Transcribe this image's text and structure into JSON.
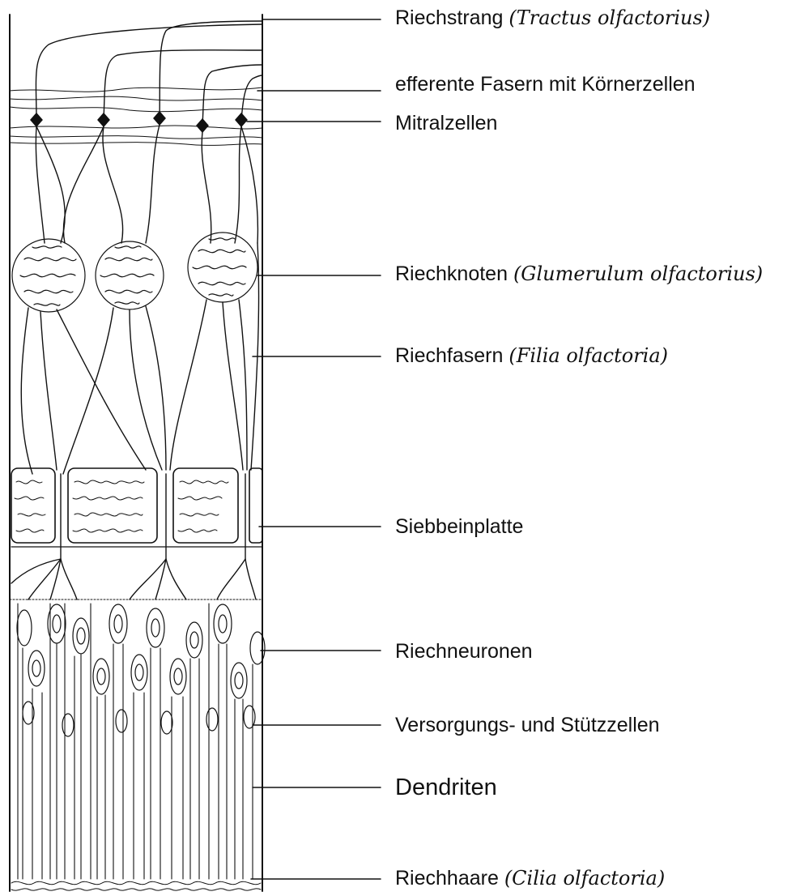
{
  "labels": [
    {
      "id": "riechstrang",
      "text": "Riechstrang",
      "latin": "(Tractus olfactorius)"
    },
    {
      "id": "efferente-fasern",
      "text": "efferente Fasern mit Körnerzellen",
      "latin": ""
    },
    {
      "id": "mitralzellen",
      "text": "Mitralzellen",
      "latin": ""
    },
    {
      "id": "riechknoten",
      "text": "Riechknoten",
      "latin": "(Glumerulum olfactorius)"
    },
    {
      "id": "riechfasern",
      "text": "Riechfasern",
      "latin": "(Filia olfactoria)"
    },
    {
      "id": "siebbeinplatte",
      "text": "Siebbeinplatte",
      "latin": ""
    },
    {
      "id": "riechneuronen",
      "text": "Riechneuronen",
      "latin": ""
    },
    {
      "id": "versorgungs-stuetzzellen",
      "text": "Versorgungs- und Stützzellen",
      "latin": ""
    },
    {
      "id": "dendriten",
      "text": "Dendriten",
      "latin": ""
    },
    {
      "id": "riechhaare",
      "text": "Riechhaare",
      "latin": "(Cilia olfactoria)"
    }
  ]
}
